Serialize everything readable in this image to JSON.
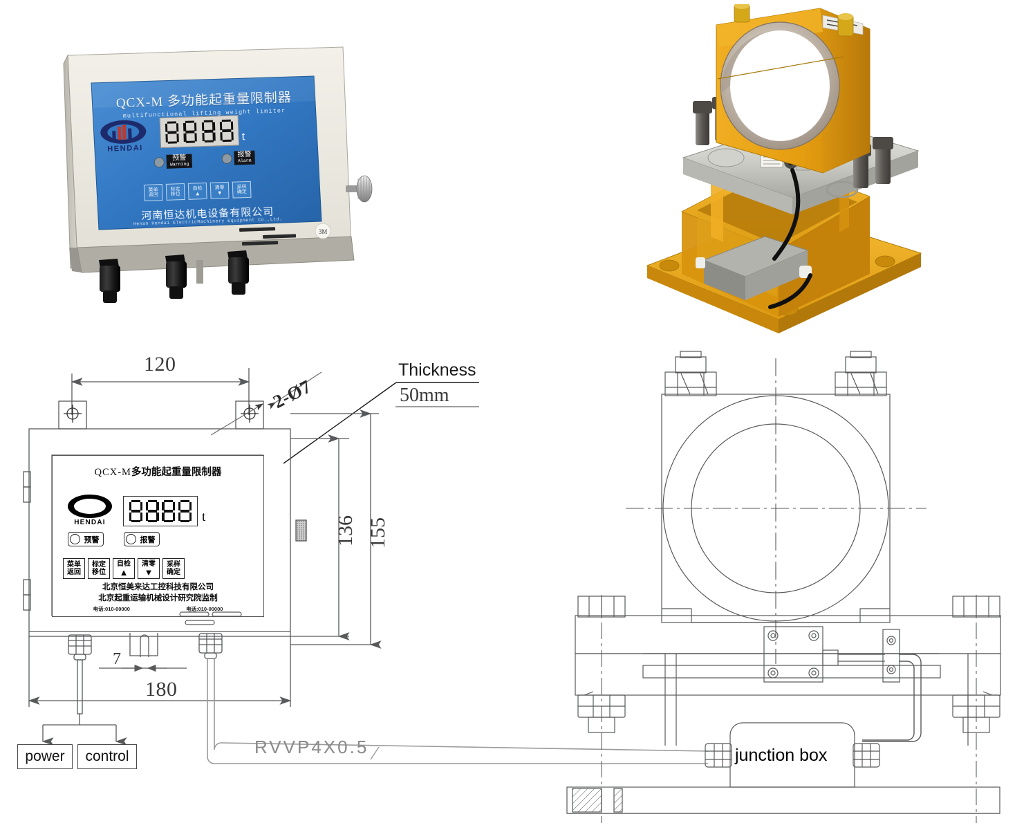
{
  "figure": {
    "title": "QCX-M multifunctional lifting weight limiter - product photos and dimensioned drawings"
  },
  "photos": {
    "controller": {
      "name": "qcx-m-controller-photo",
      "panel_title_cn": "QCX-M 多功能起重量限制器",
      "panel_title_en": "multifunctional lifting weight limiter",
      "brand": "HENDAI",
      "display_value": "8888",
      "unit": "t",
      "indicators": [
        {
          "cn": "预警",
          "en": "Warning"
        },
        {
          "cn": "报警",
          "en": "Alarm"
        }
      ],
      "keys": [
        {
          "top": "菜单",
          "bottom": "返回"
        },
        {
          "top": "标定",
          "bottom": "移位"
        },
        {
          "top": "自检",
          "bottom": "▲"
        },
        {
          "top": "清零",
          "bottom": "▼"
        },
        {
          "top": "采样",
          "bottom": "确定"
        }
      ],
      "company_cn": "河南恒达机电设备有限公司",
      "company_en": "Henan Hendai ElectricMachinery Equipment Co.,Ltd."
    },
    "loadcell": {
      "name": "yellow-load-cell-photo",
      "description": "Yellow shaft-mounted load pin sensor assembly on base plate with grey junction box"
    }
  },
  "drawing_left": {
    "name": "controller-dimension-drawing",
    "dimensions": {
      "width_mount": "120",
      "hole_callout": "2-Ø7",
      "thickness_label": "Thickness",
      "thickness_value": "50mm",
      "height_inner": "136",
      "height_outer": "155",
      "gland_gap": "7",
      "width_overall": "180"
    },
    "panel": {
      "title_lat": "QCX-M",
      "title_cn": "多功能起重量限制器",
      "brand": "HENDAI",
      "display_value": "8888",
      "unit": "t",
      "indicators": [
        {
          "cn": "预警"
        },
        {
          "cn": "报警"
        }
      ],
      "keys": [
        {
          "top": "菜单",
          "bottom": "返回"
        },
        {
          "top": "标定",
          "bottom": "移位"
        },
        {
          "top": "自检",
          "bottom": "▲"
        },
        {
          "top": "清零",
          "bottom": "▼"
        },
        {
          "top": "采样",
          "bottom": "确定"
        }
      ],
      "footer_line1": "北京恒美来达工控科技有限公司",
      "footer_line2": "北京起重运输机械设计研究院监制",
      "footer_phone_left": "电话:010-00000",
      "footer_phone_right": "电话:010-00000"
    },
    "labels": {
      "power": "power",
      "control": "control",
      "cable": "RVVP4X0.5"
    }
  },
  "drawing_right": {
    "name": "load-cell-assembly-drawing",
    "labels": {
      "junction_box": "junction box"
    }
  },
  "colors": {
    "line": "#58595b",
    "line_dark": "#3a3a3a",
    "text": "#231f20",
    "cable_text": "#8a8a8a",
    "body_cream": "#e8e6dc",
    "panel_blue": "#2f74c0",
    "yellow": "#e8a317",
    "yellow_dark": "#c78a10",
    "metal": "#c9c9c4"
  }
}
